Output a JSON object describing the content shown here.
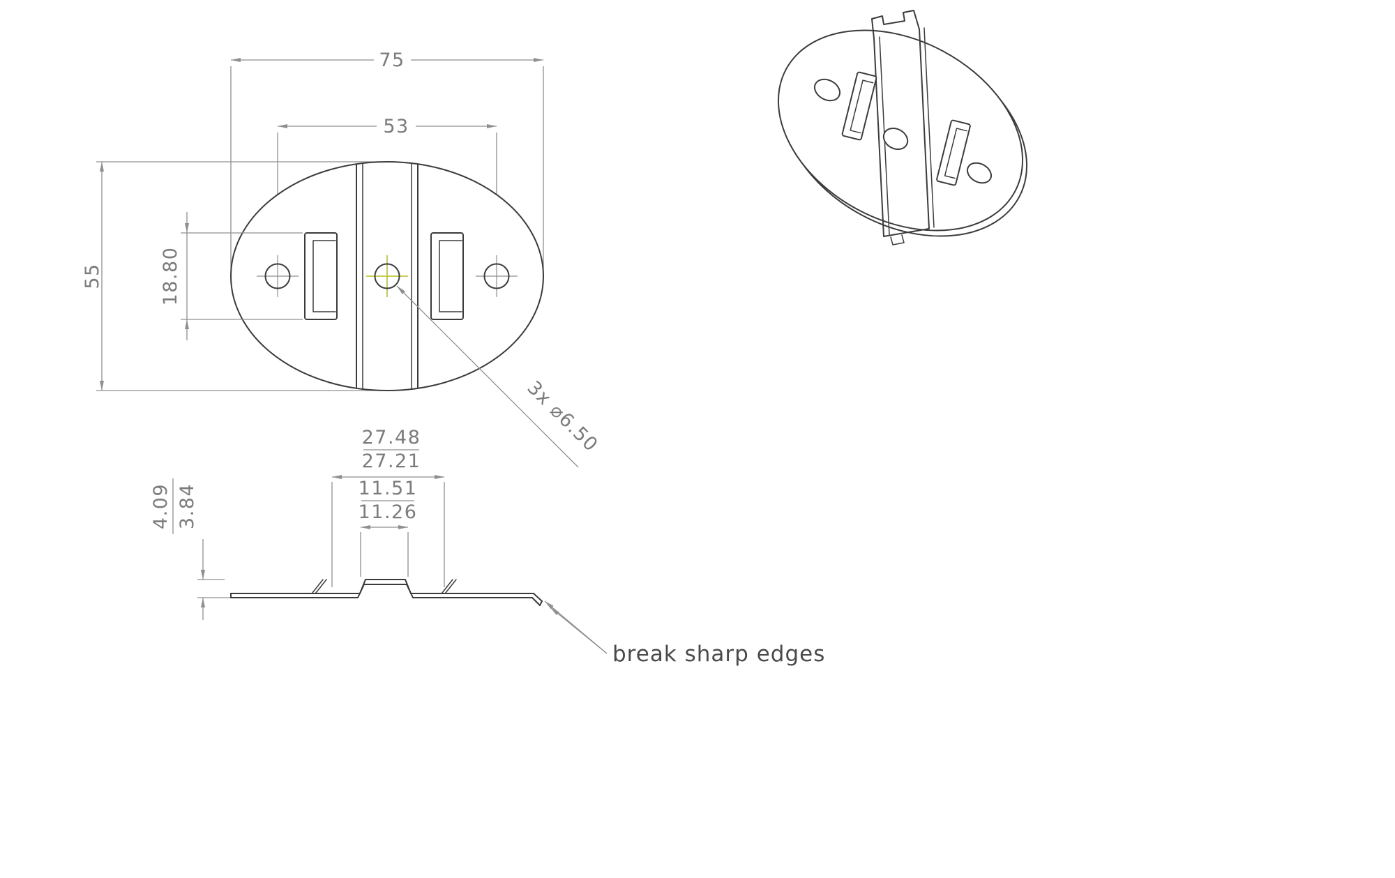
{
  "colors": {
    "geometry": "#3b3b3b",
    "dimension_lines": "#8f8f8f",
    "dimension_text": "#7b7b7b",
    "note_text": "#4a4a4a",
    "center_mark_accent": "#bfc73b",
    "background": "#ffffff"
  },
  "front_view": {
    "dim_overall_width": "75",
    "dim_hole_spacing": "53",
    "dim_overall_height": "55",
    "dim_slot_height": "18.80",
    "hole_callout": "3x ⌀6.50"
  },
  "section_view": {
    "flange_span_max": "27.48",
    "flange_span_min": "27.21",
    "boss_width_max": "11.51",
    "boss_width_min": "11.26",
    "boss_height_max": "4.09",
    "boss_height_min": "3.84",
    "note": "break sharp edges"
  }
}
